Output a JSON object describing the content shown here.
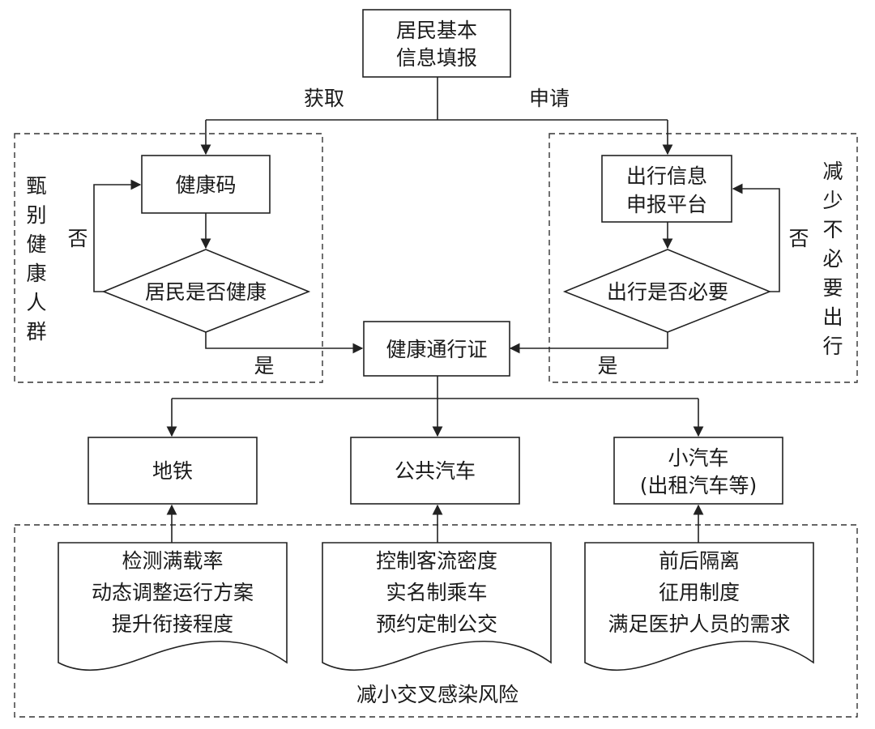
{
  "nodes": {
    "resident_info": [
      "居民基本",
      "信息填报"
    ],
    "health_code": "健康码",
    "resident_healthy_decision": "居民是否健康",
    "travel_platform": [
      "出行信息",
      "申报平台"
    ],
    "travel_necessary_decision": "出行是否必要",
    "health_pass": "健康通行证",
    "metro": "地铁",
    "bus": "公共汽车",
    "car": [
      "小汽车",
      "(出租汽车等)"
    ]
  },
  "edge_labels": {
    "obtain": "获取",
    "apply": "申请",
    "no_left": "否",
    "no_right": "否",
    "yes_left": "是",
    "yes_right": "是"
  },
  "groups": {
    "left_side": [
      "甄",
      "别",
      "健",
      "康",
      "人",
      "群"
    ],
    "right_side": [
      "减",
      "少",
      "不",
      "必",
      "要",
      "出",
      "行"
    ],
    "bottom": "减小交叉感染风险"
  },
  "measures": {
    "metro": [
      "检测满载率",
      "动态调整运行方案",
      "提升衔接程度"
    ],
    "bus": [
      "控制客流密度",
      "实名制乘车",
      "预约定制公交"
    ],
    "car": [
      "前后隔离",
      "征用制度",
      "满足医护人员的需求"
    ]
  }
}
